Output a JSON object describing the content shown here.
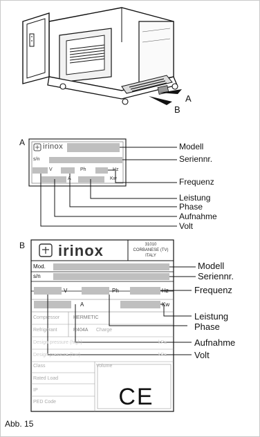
{
  "figure": {
    "caption": "Abb. 15",
    "overview_callouts": {
      "a": "A",
      "b": "B"
    }
  },
  "plate_a": {
    "letter": "A",
    "brand": "irinox",
    "serial_prefix": "s/n",
    "units": {
      "volt": "V",
      "phase": "Ph",
      "hertz": "Hz",
      "ampere": "A",
      "kilowatt": "Kw"
    },
    "callouts": [
      "Modell",
      "Seriennr.",
      "Frequenz",
      "Leistung",
      "Phase",
      "Aufnahme",
      "Volt"
    ]
  },
  "plate_b": {
    "letter": "B",
    "brand": "irinox",
    "address": [
      "31010",
      "CORBANESE (TV)",
      "ITALY"
    ],
    "model_prefix": "Mod.",
    "serial_prefix": "s/n",
    "units": {
      "volt": "V",
      "phase": "Ph",
      "hertz": "Hz",
      "ampere": "A",
      "kilowatt": "Kw"
    },
    "fields": {
      "compressor": "Compressor",
      "compressor_value": "HERMETIC",
      "refrigerant": "Refrigerant",
      "refrigerant_value": "R404A",
      "charge": "Charge",
      "design_pressure_high": "Design pressure (high)",
      "design_pressure_low": "Design pressure (low)",
      "pressure_unit": "kPa",
      "class": "Class",
      "volume": "Volume",
      "rated_load": "Rated Load",
      "ip": "IP",
      "ped_code": "PED Code"
    },
    "ce_mark": "CE",
    "callouts": [
      "Modell",
      "Seriennr.",
      "Frequenz",
      "Leistung",
      "Phase",
      "Aufnahme",
      "Volt"
    ]
  }
}
